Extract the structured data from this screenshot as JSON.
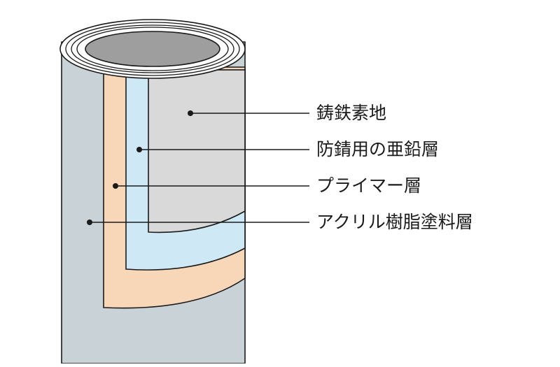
{
  "labels": [
    "鋳鉄素地",
    "防錆用の亜鉛層",
    "プライマー層",
    "アクリル樹脂塗料層"
  ],
  "colors": {
    "outline": "#1a1a1a",
    "acrylic_layer": "#c9d2d7",
    "primer_layer": "#f8d7b8",
    "zinc_layer": "#cfe8f6",
    "cast_iron": "#d9d9d9",
    "bore": "#9e9e9e",
    "rim": "#ffffff"
  }
}
